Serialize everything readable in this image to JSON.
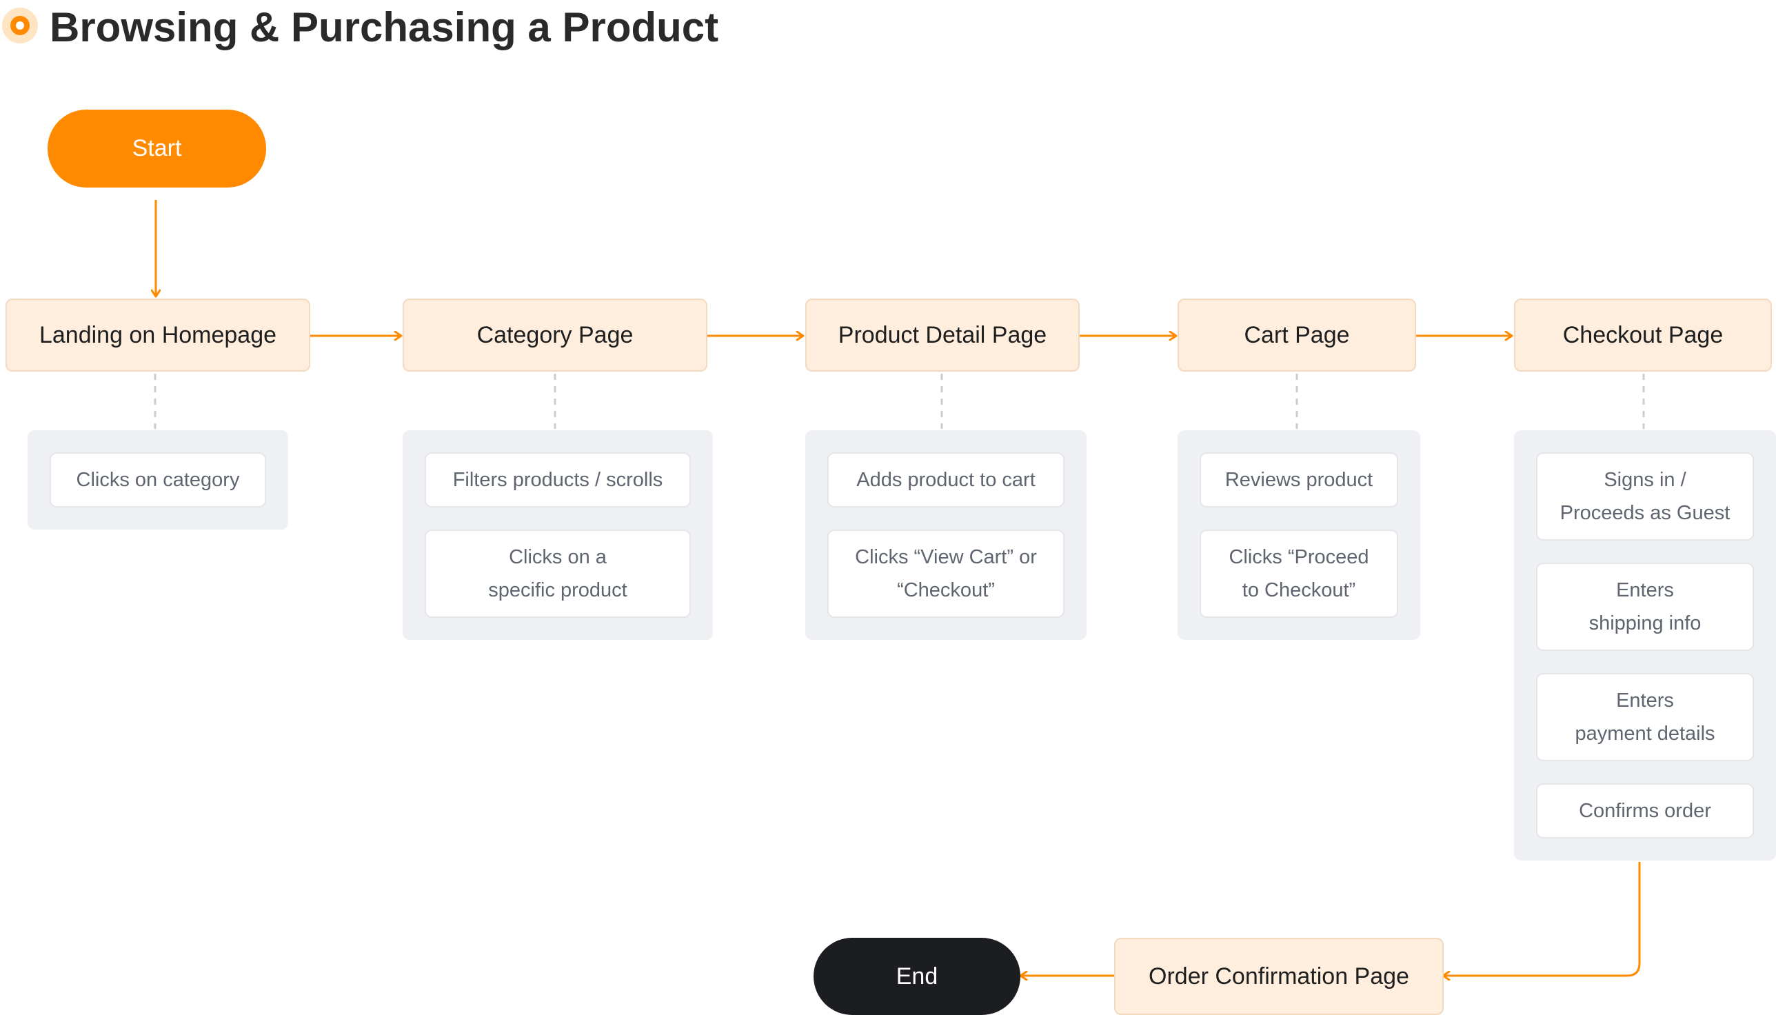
{
  "title": "Browsing & Purchasing a Product",
  "start_label": "Start",
  "end_label": "End",
  "pages": [
    {
      "label": "Landing on Homepage",
      "actions": [
        "Clicks on category"
      ]
    },
    {
      "label": "Category Page",
      "actions": [
        "Filters products / scrolls",
        "Clicks on a\nspecific product"
      ]
    },
    {
      "label": "Product Detail Page",
      "actions": [
        "Adds product to cart",
        "Clicks “View Cart” or\n“Checkout”"
      ]
    },
    {
      "label": "Cart Page",
      "actions": [
        "Reviews product",
        "Clicks “Proceed\nto Checkout”"
      ]
    },
    {
      "label": "Checkout Page",
      "actions": [
        "Signs in /\nProceeds as Guest",
        "Enters\nshipping info",
        "Enters\npayment details",
        "Confirms order"
      ]
    }
  ],
  "confirmation_label": "Order Confirmation Page",
  "colors": {
    "accent": "#ff8a00",
    "node_fill": "#ffeedd",
    "panel": "#eef0f3",
    "end": "#1c1d20"
  }
}
